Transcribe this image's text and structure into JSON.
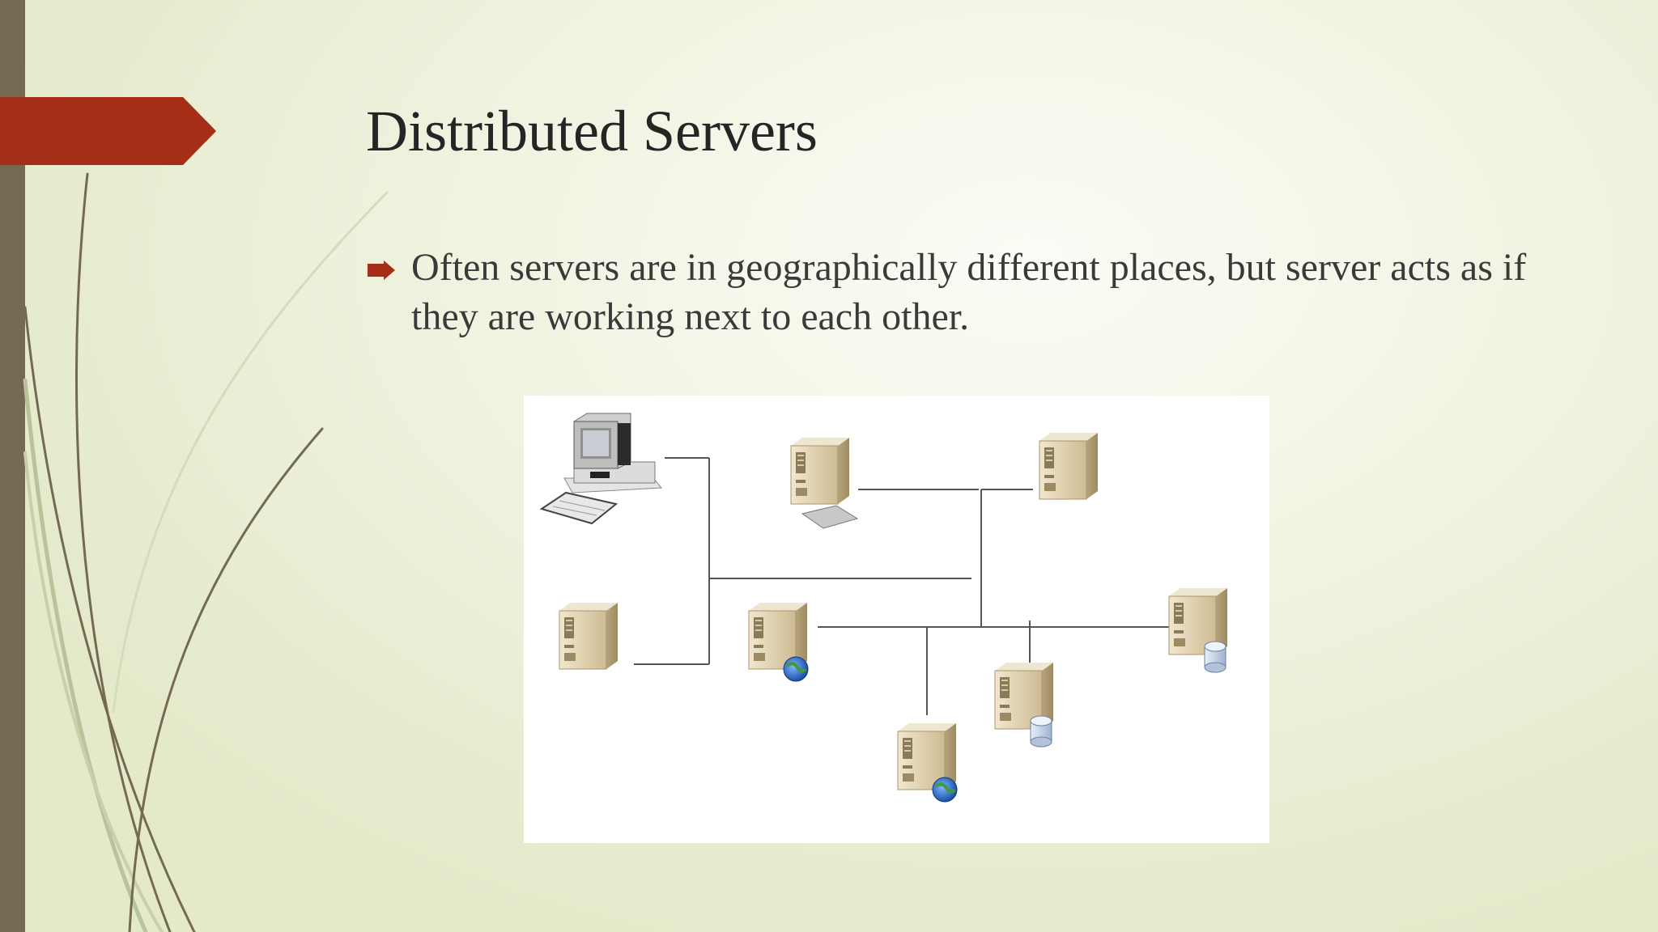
{
  "slide": {
    "title": "Distributed Servers",
    "bullets": [
      "Often servers are in geographically different places, but server acts as if they are working next to each other."
    ]
  },
  "diagram": {
    "nodes": [
      {
        "type": "workstation",
        "icon": "desktop-computer-icon"
      },
      {
        "type": "server",
        "icon": "server-icon"
      },
      {
        "type": "server",
        "icon": "server-icon"
      },
      {
        "type": "server",
        "icon": "server-icon"
      },
      {
        "type": "web-server",
        "icon": "web-server-icon"
      },
      {
        "type": "database-server",
        "icon": "database-server-icon"
      },
      {
        "type": "database-server",
        "icon": "database-server-icon"
      },
      {
        "type": "web-server",
        "icon": "web-server-icon"
      }
    ]
  },
  "colors": {
    "accent": "#a52e16",
    "sidebar": "#746a52",
    "background": "#eef2dc",
    "title_text": "#252525",
    "body_text": "#3a3a3a"
  }
}
